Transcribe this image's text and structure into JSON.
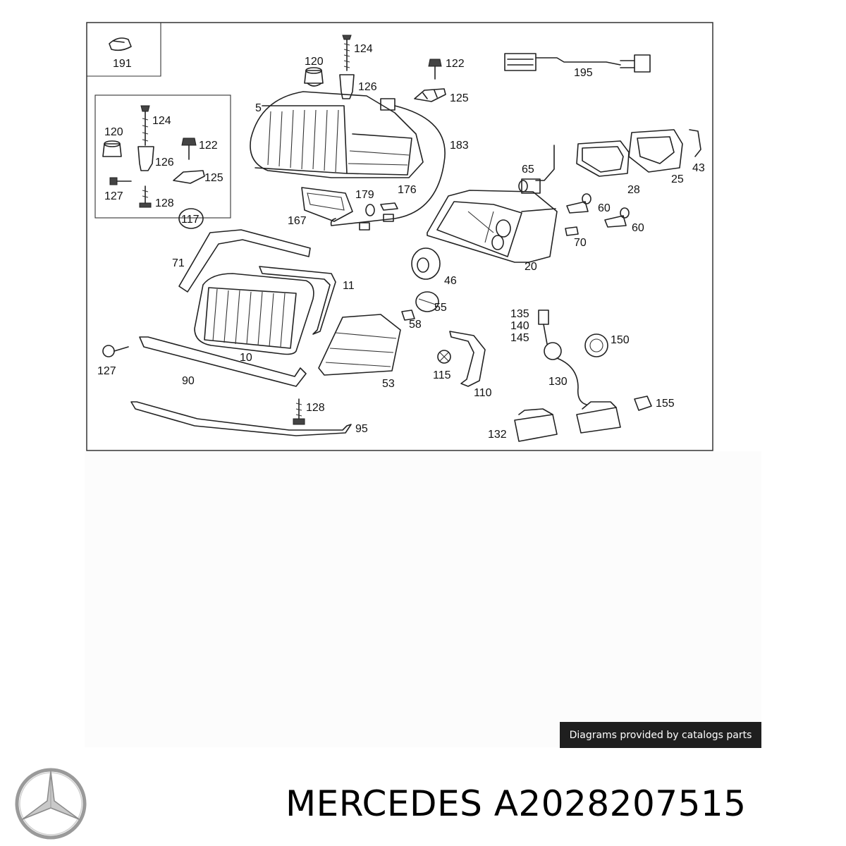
{
  "diagram": {
    "labels": [
      {
        "id": "191",
        "text": "191"
      },
      {
        "id": "124a",
        "text": "124"
      },
      {
        "id": "120a",
        "text": "120"
      },
      {
        "id": "126a",
        "text": "126"
      },
      {
        "id": "122a",
        "text": "122"
      },
      {
        "id": "125a",
        "text": "125"
      },
      {
        "id": "195",
        "text": "195"
      },
      {
        "id": "5",
        "text": "5"
      },
      {
        "id": "183",
        "text": "183"
      },
      {
        "id": "124b",
        "text": "124"
      },
      {
        "id": "120b",
        "text": "120"
      },
      {
        "id": "122b",
        "text": "122"
      },
      {
        "id": "126b",
        "text": "126"
      },
      {
        "id": "125b",
        "text": "125"
      },
      {
        "id": "127a",
        "text": "127"
      },
      {
        "id": "128a",
        "text": "128"
      },
      {
        "id": "117",
        "text": "117"
      },
      {
        "id": "179",
        "text": "179"
      },
      {
        "id": "176",
        "text": "176"
      },
      {
        "id": "167",
        "text": "167"
      },
      {
        "id": "65",
        "text": "65"
      },
      {
        "id": "28",
        "text": "28"
      },
      {
        "id": "25",
        "text": "25"
      },
      {
        "id": "43",
        "text": "43"
      },
      {
        "id": "60a",
        "text": "60"
      },
      {
        "id": "60b",
        "text": "60"
      },
      {
        "id": "70",
        "text": "70"
      },
      {
        "id": "20",
        "text": "20"
      },
      {
        "id": "71",
        "text": "71"
      },
      {
        "id": "11",
        "text": "11"
      },
      {
        "id": "46",
        "text": "46"
      },
      {
        "id": "55",
        "text": "55"
      },
      {
        "id": "58",
        "text": "58"
      },
      {
        "id": "10",
        "text": "10"
      },
      {
        "id": "127b",
        "text": "127"
      },
      {
        "id": "90",
        "text": "90"
      },
      {
        "id": "53",
        "text": "53"
      },
      {
        "id": "135",
        "text": "135"
      },
      {
        "id": "140",
        "text": "140"
      },
      {
        "id": "145",
        "text": "145"
      },
      {
        "id": "150",
        "text": "150"
      },
      {
        "id": "115",
        "text": "115"
      },
      {
        "id": "110",
        "text": "110"
      },
      {
        "id": "130",
        "text": "130"
      },
      {
        "id": "155",
        "text": "155"
      },
      {
        "id": "128b",
        "text": "128"
      },
      {
        "id": "95",
        "text": "95"
      },
      {
        "id": "132",
        "text": "132"
      }
    ]
  },
  "credit": "Diagrams provided by catalogs parts",
  "brand_title": "MERCEDES A2028207515",
  "logo_icon": "mercedes-star-icon"
}
